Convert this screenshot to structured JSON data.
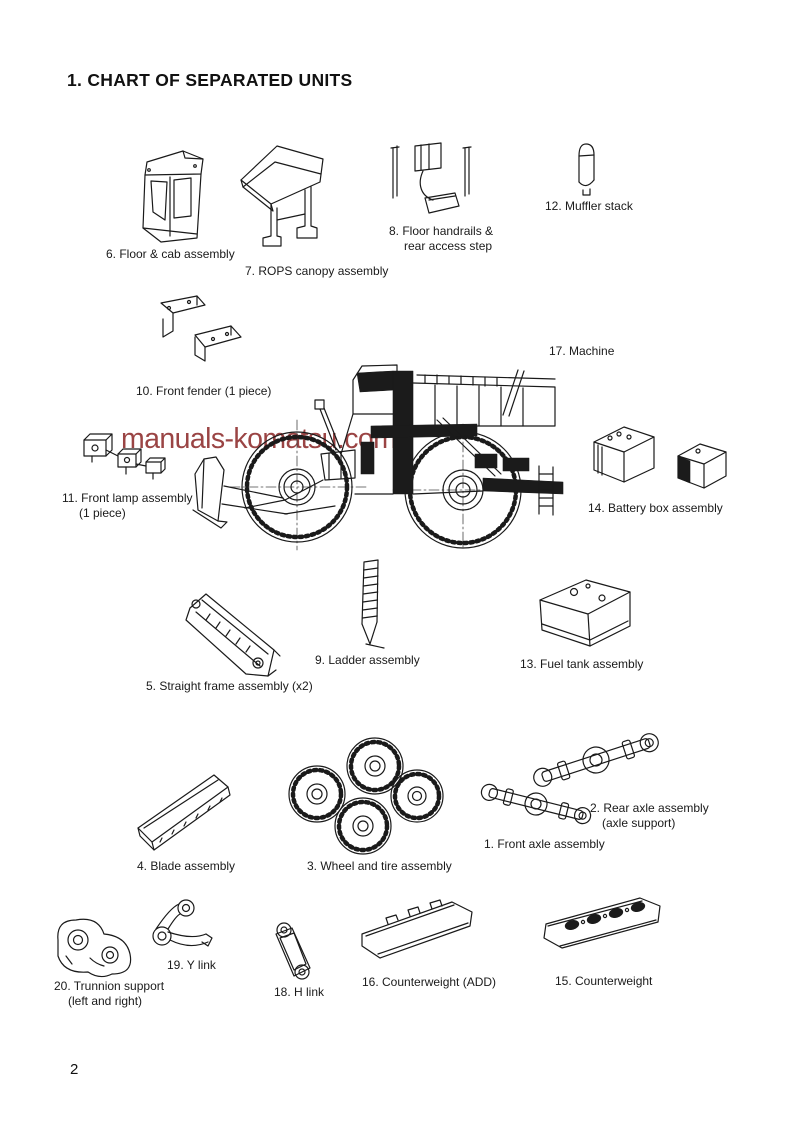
{
  "page": {
    "title": "1. CHART OF SEPARATED UNITS",
    "page_number": "2"
  },
  "watermark": {
    "text": "manuals-komatsu.com",
    "color": "#9a4444"
  },
  "units": [
    {
      "id": "6",
      "label": "6. Floor & cab assembly",
      "drawing": "floor-cab-assembly-drawing"
    },
    {
      "id": "7",
      "label": "7. ROPS canopy assembly",
      "drawing": "rops-canopy-assembly-drawing"
    },
    {
      "id": "8",
      "label": "8. Floor handrails &",
      "label2": "rear access step",
      "drawing": "floor-handrails-drawing"
    },
    {
      "id": "12",
      "label": "12. Muffler stack",
      "drawing": "muffler-stack-drawing"
    },
    {
      "id": "17",
      "label": "17. Machine",
      "drawing": "machine-drawing"
    },
    {
      "id": "10",
      "label": "10. Front fender (1 piece)",
      "drawing": "front-fender-drawing"
    },
    {
      "id": "11",
      "label": "11. Front lamp assembly",
      "label2": "(1 piece)",
      "drawing": "front-lamp-assembly-drawing"
    },
    {
      "id": "14",
      "label": "14. Battery box assembly",
      "drawing": "battery-box-assembly-drawing"
    },
    {
      "id": "9",
      "label": "9. Ladder assembly",
      "drawing": "ladder-assembly-drawing"
    },
    {
      "id": "13",
      "label": "13. Fuel tank assembly",
      "drawing": "fuel-tank-assembly-drawing"
    },
    {
      "id": "5",
      "label": "5. Straight frame assembly (x2)",
      "drawing": "straight-frame-assembly-drawing"
    },
    {
      "id": "2",
      "label": "2. Rear axle assembly",
      "label2": "(axle support)",
      "drawing": "rear-axle-assembly-drawing"
    },
    {
      "id": "1",
      "label": "1. Front axle assembly",
      "drawing": "front-axle-assembly-drawing"
    },
    {
      "id": "4",
      "label": "4. Blade assembly",
      "drawing": "blade-assembly-drawing"
    },
    {
      "id": "3",
      "label": "3. Wheel and tire assembly",
      "drawing": "wheel-and-tire-assembly-drawing"
    },
    {
      "id": "19",
      "label": "19. Y link",
      "drawing": "y-link-drawing"
    },
    {
      "id": "20",
      "label": "20. Trunnion support",
      "label2": "(left and right)",
      "drawing": "trunnion-support-drawing"
    },
    {
      "id": "18",
      "label": "18. H link",
      "drawing": "h-link-drawing"
    },
    {
      "id": "16",
      "label": "16. Counterweight (ADD)",
      "drawing": "counterweight-add-drawing"
    },
    {
      "id": "15",
      "label": "15. Counterweight",
      "drawing": "counterweight-drawing"
    }
  ]
}
